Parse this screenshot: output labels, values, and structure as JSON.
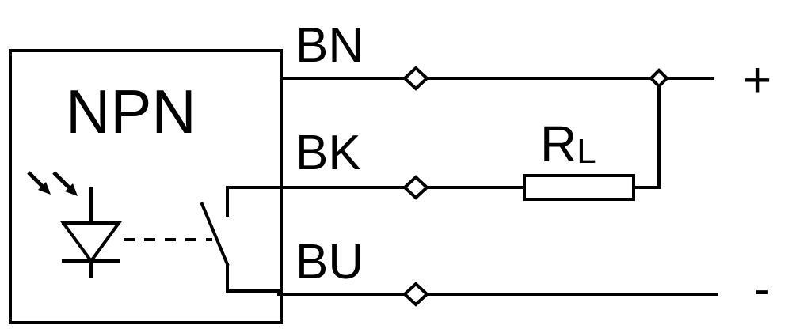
{
  "sensor": {
    "type_label": "NPN"
  },
  "wires": {
    "brown": "BN",
    "black": "BK",
    "blue": "BU"
  },
  "load": {
    "label_main": "R",
    "label_sub": "L"
  },
  "supply": {
    "positive": "+",
    "negative": "-"
  }
}
